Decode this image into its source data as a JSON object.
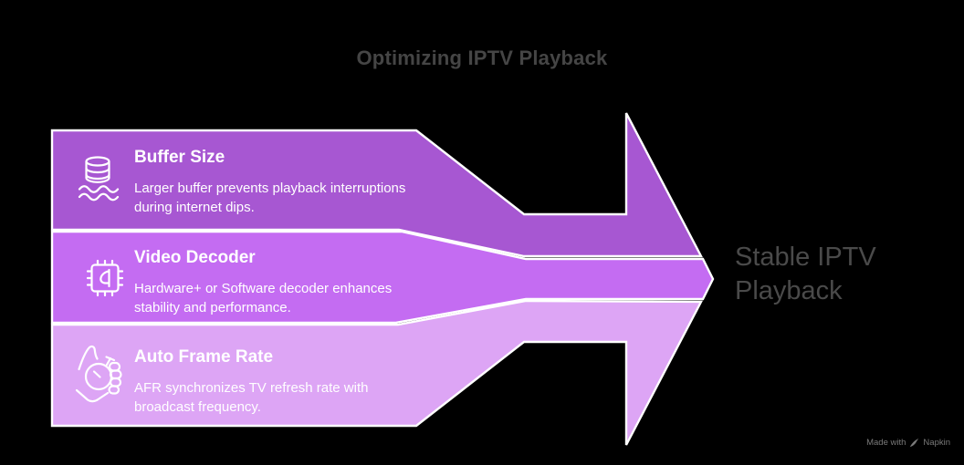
{
  "title": "Optimizing IPTV Playback",
  "colors": {
    "background": "#000000",
    "band1": "#a757d2",
    "band2": "#c46cf2",
    "band3": "#dda5f5",
    "outline": "#ffffff",
    "band_text": "#ffffff",
    "title_text": "#454545",
    "result_text": "#4a4a4a",
    "credit_text": "#7a7a7a"
  },
  "steps": [
    {
      "heading": "Buffer Size",
      "description": "Larger buffer prevents playback interruptions\nduring internet dips.",
      "icon": "database-buffer-icon"
    },
    {
      "heading": "Video Decoder",
      "description": "Hardware+ or Software decoder enhances\nstability and performance.",
      "icon": "chip-icon"
    },
    {
      "heading": "Auto Frame Rate",
      "description": "AFR synchronizes TV refresh rate with\nbroadcast frequency.",
      "icon": "hand-stopwatch-icon"
    }
  ],
  "result_label": "Stable IPTV\nPlayback",
  "credit": {
    "prefix": "Made with",
    "brand": "Napkin"
  }
}
